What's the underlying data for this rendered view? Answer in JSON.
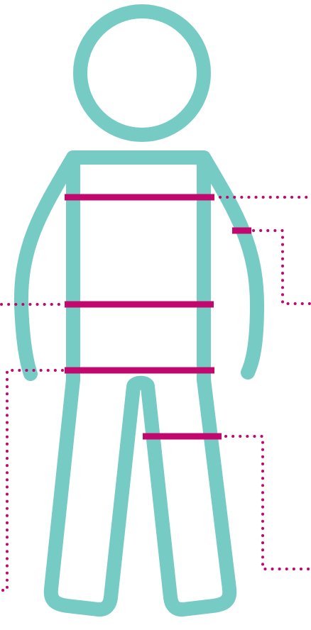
{
  "figure": {
    "outline_color": "#76cbc5",
    "measure_color": "#c2076f",
    "background": "#ffffff",
    "measurements": [
      {
        "name": "chest",
        "leader_side": "right"
      },
      {
        "name": "upper-arm",
        "leader_side": "right"
      },
      {
        "name": "waist",
        "leader_side": "left"
      },
      {
        "name": "hip",
        "leader_side": "left"
      },
      {
        "name": "thigh",
        "leader_side": "right"
      }
    ]
  }
}
